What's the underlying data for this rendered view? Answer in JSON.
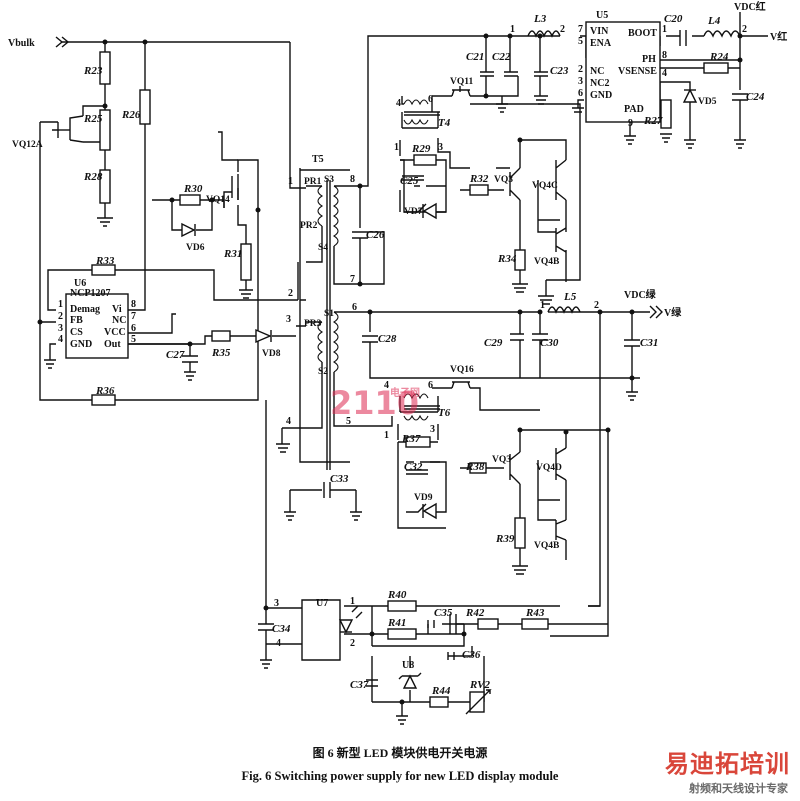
{
  "diagram": {
    "nets": {
      "vbulk": "Vbulk",
      "vdc_red": "VDC红",
      "v_red": "V红",
      "vdc_g": "VDC绿",
      "v_g": "V绿"
    },
    "ics": {
      "u6": {
        "ref": "U6",
        "part": "NCP1207",
        "pins_left": [
          "Demag",
          "FB",
          "CS",
          "GND"
        ],
        "pins_right": [
          "Vi",
          "NC",
          "VCC",
          "Out"
        ],
        "nums_left": [
          "1",
          "2",
          "3",
          "4"
        ],
        "nums_right": [
          "8",
          "7",
          "6",
          "5"
        ]
      },
      "u5": {
        "ref": "U5",
        "pins_left": [
          "VIN",
          "ENA",
          "NC",
          "NC2",
          "GND"
        ],
        "pins_right": [
          "BOOT",
          "PH",
          "VSENSE",
          "PAD"
        ],
        "nums_left": [
          "7",
          "5",
          "2",
          "3",
          "6"
        ],
        "nums_right": [
          "1",
          "8",
          "4",
          "9"
        ]
      },
      "u7": {
        "ref": "U7",
        "nums": [
          "3",
          "4",
          "1",
          "2"
        ]
      },
      "u8": {
        "ref": "U8"
      }
    },
    "transformer_t5": {
      "ref": "T5",
      "windings": [
        "PR1",
        "PR2",
        "PR3",
        "S1",
        "S2",
        "S3",
        "S4"
      ],
      "pins": [
        "1",
        "2",
        "3",
        "4",
        "5",
        "6",
        "7",
        "8"
      ]
    },
    "transformers": [
      "T4",
      "T6"
    ],
    "resistors": [
      "R23",
      "R25",
      "R26",
      "R28",
      "R30",
      "R31",
      "R33",
      "R35",
      "R36",
      "R24",
      "R27",
      "R29",
      "R32",
      "R34",
      "R37",
      "R38",
      "R39",
      "R40",
      "R41",
      "R42",
      "R43",
      "R44"
    ],
    "capacitors": [
      "C20",
      "C21",
      "C22",
      "C23",
      "C24",
      "C25",
      "C26",
      "C27",
      "C28",
      "C29",
      "C30",
      "C31",
      "C32",
      "C33",
      "C34",
      "C35",
      "C36",
      "C37"
    ],
    "inductors": [
      "L3",
      "L4",
      "L5"
    ],
    "semis": [
      "VQ12A",
      "VQ14",
      "VQ11",
      "VQ3",
      "VQ4C",
      "VQ4B",
      "VQ16",
      "VQ3",
      "VQ4D",
      "VQ4B",
      "VD5",
      "VD6",
      "VD7",
      "VD8",
      "VD9"
    ],
    "misc": {
      "rv2": "RV2"
    },
    "pin_numbers": {
      "n1": "1",
      "n2": "2",
      "n3": "3",
      "n4": "4",
      "n5": "5",
      "n6": "6",
      "n7": "7",
      "n8": "8"
    }
  },
  "caption": {
    "cn": "图 6   新型 LED 模块供电开关电源",
    "en": "Fig. 6   Switching power supply for new LED display module"
  },
  "watermarks": {
    "main": "易迪拓培训",
    "sub": "射频和天线设计专家",
    "num": "2110",
    "small": "电子网"
  }
}
